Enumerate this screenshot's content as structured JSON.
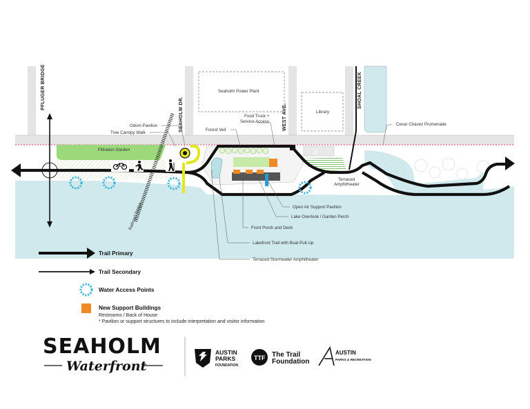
{
  "map": {
    "roads": {
      "pfluger_bridge": "PFLUGER BRIDGE",
      "seaholm_dr": "SEAHOLM DR.",
      "west_ave": "WEST AVE.",
      "shoal_creek": "SHOAL CREEK"
    },
    "buildings": {
      "power_plant": "Seaholm Power Plant",
      "library": "Library",
      "parking": "P"
    },
    "labels": {
      "filtration_garden": "Filtration Garden",
      "railroad_bridge": "Railroad Bridge",
      "odom_pavilion": "Odom Pavilion",
      "tree_canopy_walk": "Tree Canopy Walk",
      "forest_veil": "Forest Veil",
      "food_truck_1": "Food Truck +",
      "food_truck_2": "Service Access",
      "cesar_chavez": "Cesar Chavez Promenade",
      "terraced_amph_1": "Terraced",
      "terraced_amph_2": "Amphitheater",
      "open_air_pavilion": "Open Air Support Pavilion",
      "lake_overlook": "Lake Overlook / Garden Perch",
      "front_porch": "Front Porch and Deck",
      "lakefront_trail": "Lakefront Trail with Boat Pull-Up",
      "stormwater_amph": "Terraced Stormwater Amphitheater"
    },
    "colors": {
      "water": "#cfe9ec",
      "green": "#9bd97a",
      "trail": "#111111",
      "water_access": "#3cb6d8",
      "support_building": "#f08a24",
      "odom_yellow": "#e2e81a"
    }
  },
  "legend": {
    "trail_primary": "Trail Primary",
    "trail_secondary": "Trail Secondary",
    "water_access": "Water Access Points",
    "support_buildings": "New Support Buildings",
    "support_sub": "Restrooms / Back of House",
    "note": "* Pavilion or support structures to include interpretation and visitor information"
  },
  "logos": {
    "title": "SEAHOLM",
    "script": "Waterfront",
    "austin_parks_1": "AUSTIN",
    "austin_parks_2": "PARKS",
    "austin_parks_3": "FOUNDATION",
    "trail_1": "The Trail",
    "trail_2": "Foundation",
    "parks_rec_1": "AUSTIN",
    "parks_rec_2": "PARKS & RECREATION"
  }
}
